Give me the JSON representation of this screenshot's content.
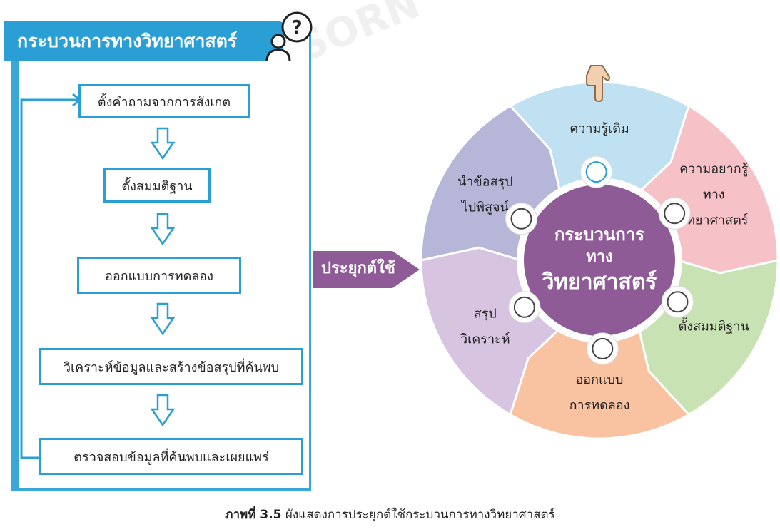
{
  "panel": {
    "title": "กระบวนการทางวิทยาศาสตร์",
    "steps": [
      "ตั้งคำถามจากการสังเกต",
      "ตั้งสมมติฐาน",
      "ออกแบบการทดลอง",
      "วิเคราะห์ข้อมูลและสร้างข้อสรุปที่ค้นพบ",
      "ตรวจสอบข้อมูลที่ค้นพบและเผยแพร่"
    ]
  },
  "arrow_label": "ประยุกต์ใช้",
  "wheel": {
    "center_lines": [
      "กระบวนการ",
      "ทาง",
      "วิทยาศาสตร์"
    ],
    "segments": [
      {
        "lines": [
          "ความรู้เดิม"
        ],
        "color": "#bfe1f2",
        "icon": "book-icon"
      },
      {
        "lines": [
          "ความอยากรู้",
          "ทาง",
          "วิทยาศาสตร์"
        ],
        "color": "#f6c1c7",
        "icon": "atom-icon"
      },
      {
        "lines": [
          "ตั้งสมมติฐาน"
        ],
        "color": "#c9e2b4",
        "icon": "question-icon"
      },
      {
        "lines": [
          "ออกแบบ",
          "การทดลอง"
        ],
        "color": "#f9c3a2",
        "icon": "pencil-icon"
      },
      {
        "lines": [
          "สรุป",
          "วิเคราะห์"
        ],
        "color": "#d6c4e0",
        "icon": "target-icon"
      },
      {
        "lines": [
          "นำข้อสรุป",
          "ไปพิสูจน์"
        ],
        "color": "#b6b7d8",
        "icon": "magnifier-gear-icon"
      }
    ],
    "center_color": "#8e5b97"
  },
  "watermark": "AKSORN",
  "caption": {
    "label": "ภาพที่ 3.5",
    "text": "ผังแสดงการประยุกต์ใช้กระบวนการทางวิทยาศาสตร์"
  }
}
